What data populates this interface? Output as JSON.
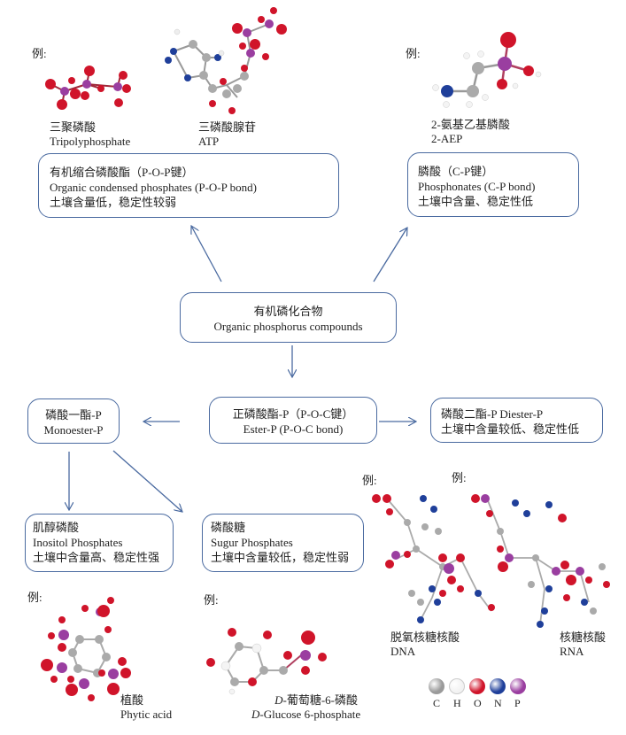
{
  "example_label": "例:",
  "root": {
    "zh": "有机磷化合物",
    "en": "Organic phosphorus compounds"
  },
  "condensed": {
    "zh": "有机缩合磷酸酯（P-O-P键）",
    "en": "Organic condensed phosphates (P-O-P bond)",
    "note": "土壤含量低，稳定性较弱",
    "examples": [
      {
        "zh": "三聚磷酸",
        "en": "Tripolyphosphate"
      },
      {
        "zh": "三磷酸腺苷",
        "en": "ATP"
      }
    ]
  },
  "phosphonates": {
    "zh": "膦酸（C-P键）",
    "en": "Phosphonates (C-P bond)",
    "note": "土壤中含量、稳定性低",
    "example": {
      "zh": "2-氨基乙基膦酸",
      "en": "2-AEP"
    }
  },
  "ester": {
    "zh": "正磷酸酯-P（P-O-C键）",
    "en": "Ester-P (P-O-C bond)"
  },
  "monoester": {
    "zh": "磷酸一酯-P",
    "en": "Monoester-P"
  },
  "diester": {
    "title": "磷酸二酯-P Diester-P",
    "note": "土壤中含量较低、稳定性低",
    "examples": [
      {
        "zh": "脱氧核糖核酸",
        "en": "DNA"
      },
      {
        "zh": "核糖核酸",
        "en": "RNA"
      }
    ]
  },
  "inositol": {
    "zh": "肌醇磷酸",
    "en": "Inositol Phosphates",
    "note": "土壤中含量高、稳定性强",
    "example": {
      "zh": "植酸",
      "en": "Phytic acid"
    }
  },
  "sugar": {
    "zh": "磷酸糖",
    "en": "Sugur Phosphates",
    "note": "土壤中含量较低，稳定性弱",
    "example": {
      "zh_italic": "D",
      "zh": "-葡萄糖-6-磷酸",
      "en_italic": "D",
      "en": "-Glucose 6-phosphate"
    }
  },
  "legend": [
    {
      "symbol": "C",
      "color": "#9a9a9a"
    },
    {
      "symbol": "H",
      "color": "#f2f2f2"
    },
    {
      "symbol": "O",
      "color": "#d0142a"
    },
    {
      "symbol": "N",
      "color": "#1f3f9a"
    },
    {
      "symbol": "P",
      "color": "#9a3ea0"
    }
  ],
  "colors": {
    "border": "#4a6aa0",
    "arrow": "#4a6aa0",
    "C": "#9a9a9a",
    "H": "#f0f0f0",
    "O": "#d0142a",
    "N": "#1f3f9a",
    "P": "#9a3ea0"
  }
}
